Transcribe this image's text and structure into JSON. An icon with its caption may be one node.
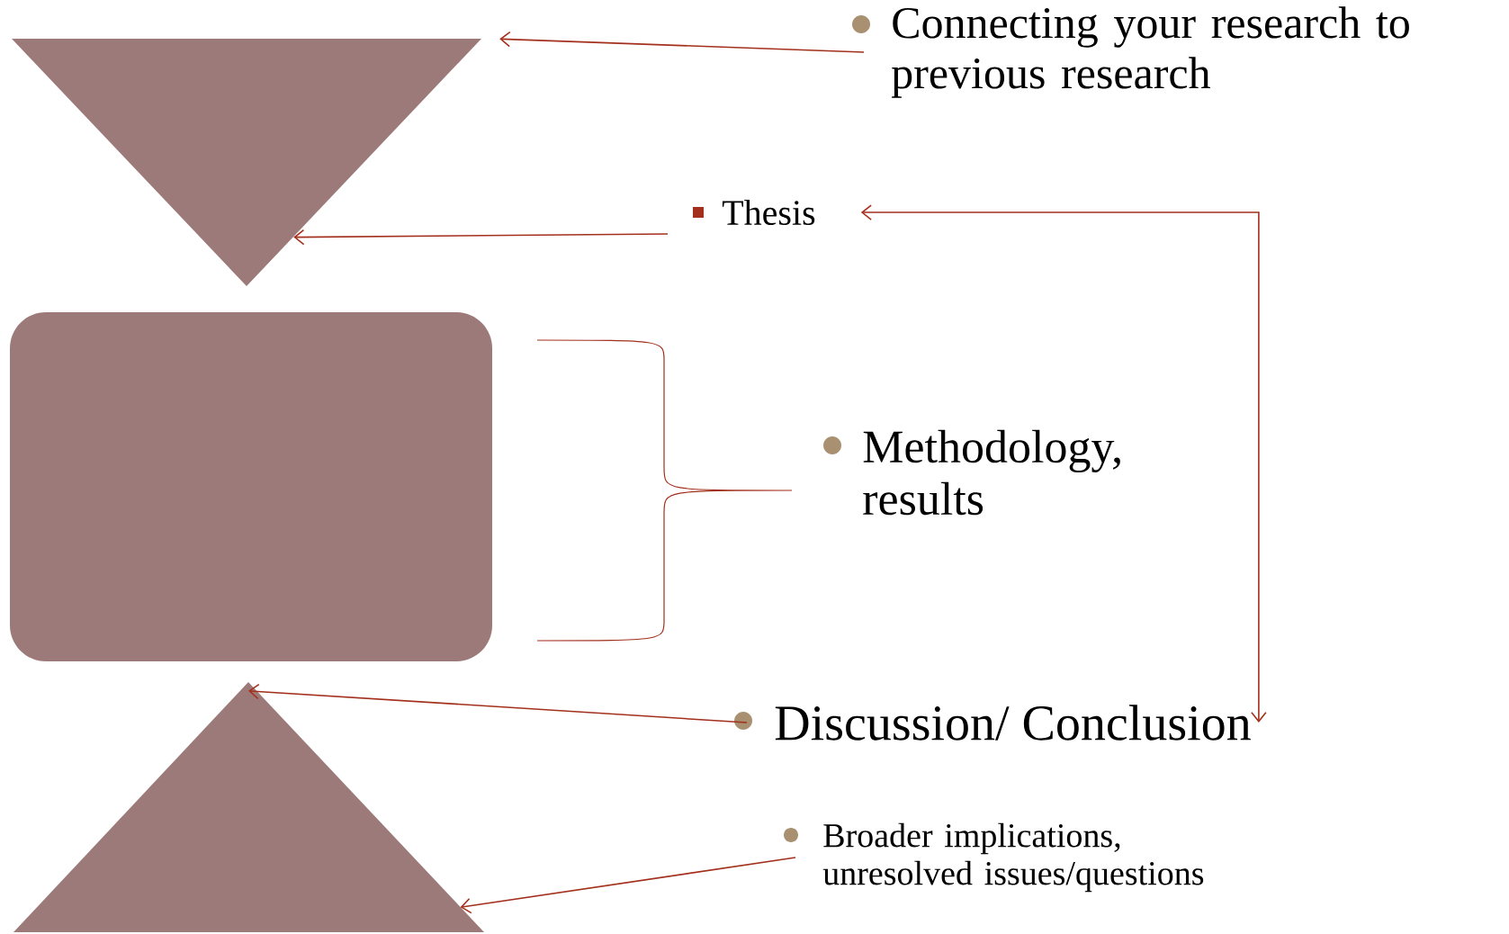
{
  "diagram": {
    "nodes": [
      {
        "text": [],
        "shape": "triangle"
      },
      {
        "text": [
          "Connecting your research to previous research"
        ]
      },
      {
        "text": [
          "Thesis"
        ]
      },
      {
        "text": [],
        "shape": "box"
      },
      {
        "text": [
          "Methodology, results"
        ]
      },
      {
        "text": [],
        "shape": "triangle"
      },
      {
        "text": [
          "Discussion/ Conclusion"
        ]
      },
      {
        "text": [
          "Broader implications, unresolved issues/questions"
        ]
      }
    ],
    "edges": [
      {
        "from": 1,
        "to": 0,
        "arrow": "to"
      },
      {
        "from": 2,
        "to": 0,
        "arrow": "to"
      },
      {
        "from": 2,
        "to": 6,
        "arrow": "both"
      },
      {
        "from": 6,
        "to": 5,
        "arrow": "to"
      },
      {
        "from": 7,
        "to": 5,
        "arrow": "to"
      }
    ]
  }
}
